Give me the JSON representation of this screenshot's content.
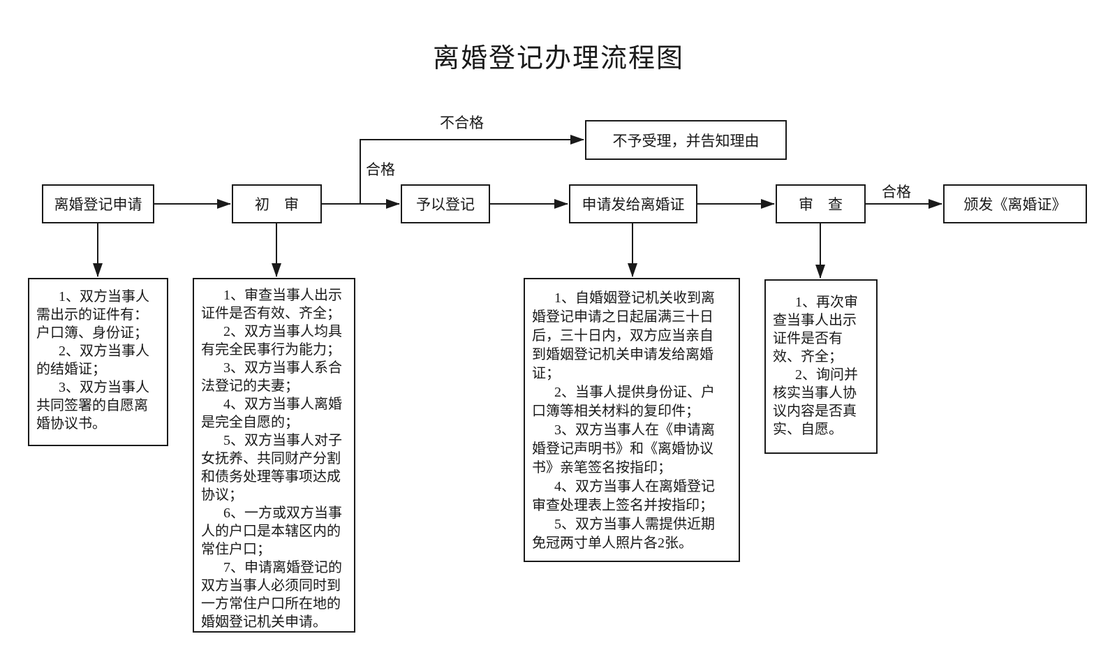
{
  "title": "离婚登记办理流程图",
  "colors": {
    "line": "#1a1a1a",
    "background": "#ffffff"
  },
  "flow": {
    "nodes": [
      {
        "label": "离婚登记申请"
      },
      {
        "label": "初　审"
      },
      {
        "label": "予以登记"
      },
      {
        "label": "申请发给离婚证"
      },
      {
        "label": "审　查"
      },
      {
        "label": "颁发《离婚证》"
      },
      {
        "label": "不予受理，并告知理由"
      }
    ],
    "edge_labels": {
      "fail": "不合格",
      "pass_branch": "合格",
      "pass_final": "合格"
    }
  },
  "details": {
    "applicant": {
      "items": [
        "1、双方当事人\n需出示的证件有：\n户口簿、身份证；",
        "2、双方当事人\n的结婚证；",
        "3、双方当事人\n共同签署的自愿离\n婚协议书。"
      ]
    },
    "initial_review": {
      "items": [
        "1、审查当事人出示\n证件是否有效、齐全；",
        "2、双方当事人均具\n有完全民事行为能力；",
        "3、双方当事人系合\n法登记的夫妻；",
        "4、双方当事人离婚\n是完全自愿的；",
        "5、双方当事人对子\n女抚养、共同财产分割\n和债务处理等事项达成\n协议；",
        "6、一方或双方当事\n人的户口是本辖区内的\n常住户口；",
        "7、申请离婚登记的\n双方当事人必须同时到\n一方常住户口所在地的\n婚姻登记机关申请。"
      ]
    },
    "certificate_request": {
      "items": [
        "1、自婚姻登记机关收到离\n婚登记申请之日起届满三十日\n后，三十日内，双方应当亲自\n到婚姻登记机关申请发给离婚\n证；",
        "2、当事人提供身份证、户\n口簿等相关材料的复印件；",
        "3、双方当事人在《申请离\n婚登记声明书》和《离婚协议\n书》亲笔签名按指印；",
        "4、双方当事人在离婚登记\n审查处理表上签名并按指印；",
        "5、双方当事人需提供近期\n免冠两寸单人照片各2张。"
      ]
    },
    "review": {
      "items": [
        "1、再次审\n查当事人出示\n证件是否有\n效、齐全；",
        "2、询问并\n核实当事人协\n议内容是否真\n实、自愿。"
      ]
    }
  }
}
